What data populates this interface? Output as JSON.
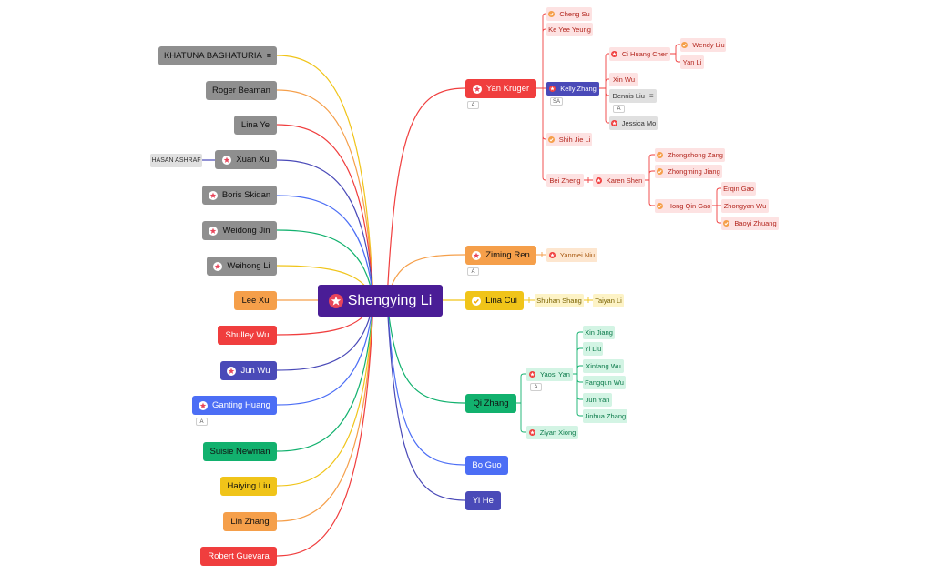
{
  "colors": {
    "root": "#4a1d96",
    "red": "#f03e3e",
    "orange": "#f59f4a",
    "yellow": "#f0c419",
    "green": "#12b16e",
    "blue": "#4c6ef5",
    "indigo": "#4a4ab8",
    "gray": "#8f8f8f",
    "red_light": "#fde2e2",
    "orange_light": "#fde6cf",
    "yellow_light": "#fdf3c6",
    "green_light": "#d3f4e4",
    "gray_light": "#e0e0e0"
  },
  "root": {
    "label": "Shengying Li",
    "icon": "star-badge-icon"
  },
  "left_branches": [
    {
      "label": "KHATUNA BAGHATURIA",
      "notes_icon": "notes-icon",
      "color": "gray",
      "link": "#f0c419"
    },
    {
      "label": "Roger Beaman",
      "color": "gray",
      "link": "#f59f4a"
    },
    {
      "label": "Lina Ye",
      "color": "gray",
      "link": "#f03e3e"
    },
    {
      "label": "Xuan Xu",
      "icon": "star-badge-icon",
      "color": "gray",
      "link": "#4a4ab8",
      "attached": "HASAN ASHRAF"
    },
    {
      "label": "Boris Skidan",
      "icon": "star-badge-icon",
      "color": "gray",
      "link": "#4c6ef5"
    },
    {
      "label": "Weidong Jin",
      "icon": "star-badge-icon",
      "color": "gray",
      "link": "#12b16e"
    },
    {
      "label": "Weihong Li",
      "icon": "star-badge-icon",
      "color": "gray",
      "link": "#f0c419"
    },
    {
      "label": "Lee Xu",
      "color": "orange",
      "link": "#f59f4a"
    },
    {
      "label": "Shulley Wu",
      "color": "red",
      "link": "#f03e3e"
    },
    {
      "label": "Jun Wu",
      "icon": "star-badge-icon",
      "color": "indigo",
      "link": "#4a4ab8"
    },
    {
      "label": "Ganting Huang",
      "icon": "star-badge-icon",
      "color": "blue",
      "link": "#4c6ef5",
      "tag": "A"
    },
    {
      "label": "Suisie Newman",
      "color": "green",
      "link": "#12b16e"
    },
    {
      "label": "Haiying Liu",
      "color": "yellow",
      "link": "#f0c419"
    },
    {
      "label": "Lin Zhang",
      "color": "orange",
      "link": "#f59f4a"
    },
    {
      "label": "Robert Guevara",
      "color": "red",
      "link": "#f03e3e"
    }
  ],
  "right_branches": [
    {
      "label": "Yan Kruger",
      "icon": "star-badge-icon",
      "color": "red",
      "tag": "A",
      "children": [
        "Cheng Su",
        "Ke Yee Yeung",
        "Kelly Zhang",
        "Shih Jie Li",
        "Bei Zheng"
      ]
    },
    {
      "label": "Ziming Ren",
      "icon": "star-badge-icon",
      "color": "orange",
      "tag": "A",
      "children": [
        "Yanmei Niu"
      ]
    },
    {
      "label": "Lina Cui",
      "icon": "check-badge-icon",
      "color": "yellow",
      "children": [
        "Shuhan Shang"
      ]
    },
    {
      "label": "Qi Zhang",
      "color": "green",
      "children": [
        "Yaosi Yan",
        "Ziyan Xiong"
      ]
    },
    {
      "label": "Bo Guo",
      "color": "blue"
    },
    {
      "label": "Yi He",
      "color": "indigo"
    }
  ],
  "sub_nodes": {
    "cheng_su": "Cheng Su",
    "ke_yee_yeung": "Ke Yee Yeung",
    "kelly_zhang": "Kelly Zhang",
    "kelly_zhang_tag": "SA",
    "ci_huang_chen": "Ci Huang Chen",
    "wendy_liu": "Wendy Liu",
    "yan_li": "Yan Li",
    "xin_wu": "Xin Wu",
    "dennis_liu": "Dennis Liu",
    "dennis_liu_tag": "A",
    "jessica_mo": "Jessica Mo",
    "shih_jie_li": "Shih Jie Li",
    "bei_zheng": "Bei Zheng",
    "karen_shen": "Karen Shen",
    "zhongzhong_zang": "Zhongzhong Zang",
    "zhongming_jiang": "Zhongming Jiang",
    "hong_qin_gao": "Hong Qin Gao",
    "erqin_gao": "Erqin Gao",
    "zhongyan_wu": "Zhongyan Wu",
    "baoyi_zhuang": "Baoyi Zhuang",
    "yanmei_niu": "Yanmei Niu",
    "shuhan_shang": "Shuhan Shang",
    "taiyan_li": "Taiyan Li",
    "yaosi_yan": "Yaosi Yan",
    "yaosi_yan_tag": "A",
    "xin_jiang": "Xin Jiang",
    "yi_liu": "Yi Liu",
    "xinfang_wu": "Xinfang Wu",
    "fangqun_wu": "Fangqun Wu",
    "jun_yan": "Jun Yan",
    "jinhua_zhang": "Jinhua Zhang",
    "ziyan_xiong": "Ziyan Xiong"
  }
}
